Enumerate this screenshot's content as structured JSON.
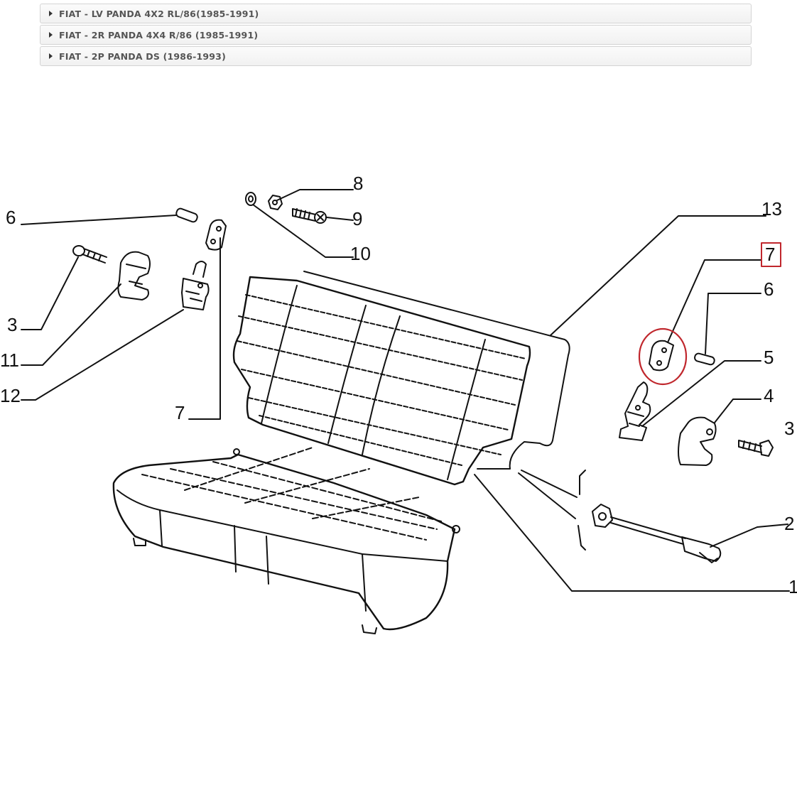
{
  "models": [
    {
      "label": "FIAT - LV PANDA 4X2 RL/86(1985-1991)"
    },
    {
      "label": "FIAT - 2R PANDA 4X4 R/86 (1985-1991)"
    },
    {
      "label": "FIAT - 2P PANDA DS (1986-1993)"
    }
  ],
  "callouts": {
    "c6_left": "6",
    "c3_left": "3",
    "c11": "11",
    "c12": "12",
    "c7_left": "7",
    "c8": "8",
    "c9": "9",
    "c10": "10",
    "c13": "13",
    "c7_right": "7",
    "c6_right": "6",
    "c5": "5",
    "c4": "4",
    "c3_right": "3",
    "c2": "2",
    "c1": "1"
  },
  "highlight": {
    "part": "7",
    "color": "#c0272d"
  }
}
